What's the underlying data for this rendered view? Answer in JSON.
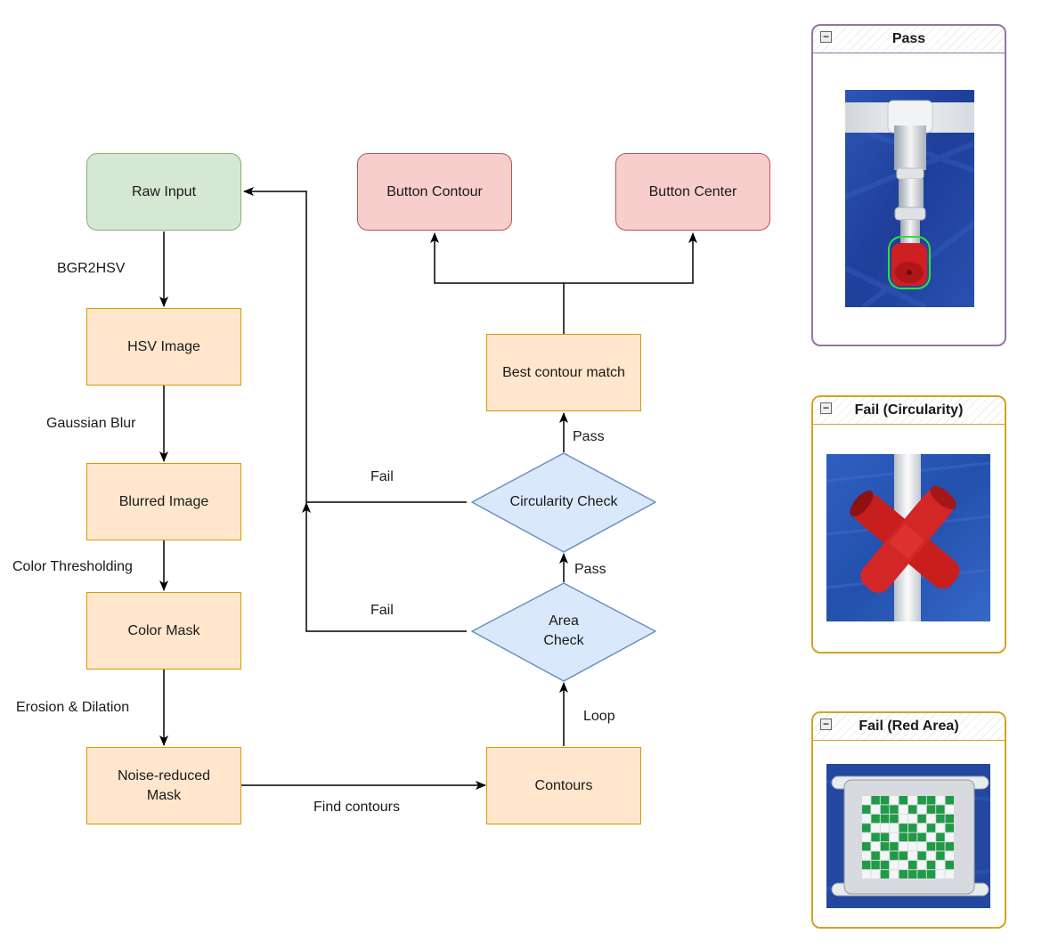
{
  "nodes": {
    "raw_input": "Raw Input",
    "hsv_image": "HSV Image",
    "blurred_image": "Blurred Image",
    "color_mask": "Color Mask",
    "noise_reduced_line1": "Noise-reduced",
    "noise_reduced_line2": "Mask",
    "contours": "Contours",
    "area_check_line1": "Area",
    "area_check_line2": "Check",
    "circularity_check": "Circularity Check",
    "best_contour_match": "Best contour match",
    "button_contour": "Button Contour",
    "button_center": "Button Center"
  },
  "edges": {
    "bgr2hsv": "BGR2HSV",
    "gaussian_blur": "Gaussian Blur",
    "color_thresholding": "Color Thresholding",
    "erosion_dilation": "Erosion & Dilation",
    "find_contours": "Find contours",
    "loop": "Loop",
    "pass_area": "Pass",
    "pass_circularity": "Pass",
    "fail_area": "Fail",
    "fail_circularity": "Fail"
  },
  "panels": {
    "pass": {
      "title": "Pass",
      "icon": "minus-icon"
    },
    "fail_circularity": {
      "title": "Fail (Circularity)",
      "icon": "minus-icon"
    },
    "fail_red_area": {
      "title": "Fail (Red Area)",
      "icon": "minus-icon"
    }
  },
  "colors": {
    "process_fill": "#ffe6cc",
    "process_stroke": "#d79b00",
    "input_fill": "#d5e8d4",
    "input_stroke": "#82b366",
    "output_fill": "#f8cecc",
    "output_stroke": "#b85450",
    "decision_fill": "#dae8fc",
    "decision_stroke": "#6c8ebf",
    "panel_pass_stroke": "#9673a6",
    "panel_fail_stroke": "#d6a125"
  }
}
